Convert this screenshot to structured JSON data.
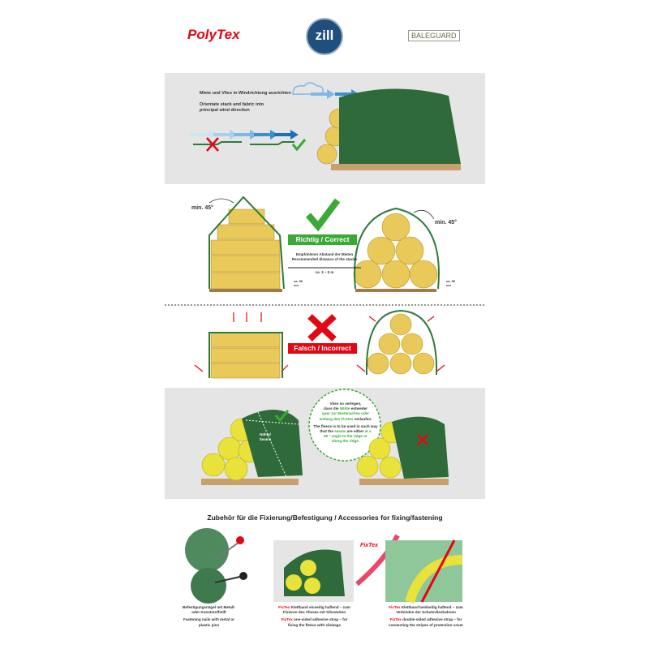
{
  "logos": {
    "polytex": "PolyTex",
    "zill": "zill",
    "baleguard": "BALEGUARD"
  },
  "wind": {
    "de": "Miete und Vlies in Windrichtung ausrichten",
    "en": "Orientate stack and fabric into principal wind direction"
  },
  "correct": {
    "label": "Richtig / Correct",
    "angle_left": "min. 45°",
    "angle_right": "min. 45°",
    "distance_de": "Empfohlener Abstand der Mieten",
    "distance_en": "Recommended distance of the stacks",
    "distance_value": "ca. 3 – 5 m",
    "height_left": "ca. 50 cm",
    "height_right": "ca. 50 cm"
  },
  "incorrect": {
    "label": "Falsch / Incorrect"
  },
  "seams": {
    "label": "Nähte/ Seams",
    "de_1": "Vlies so verlegen,",
    "de_2": "dass die ",
    "de_2h": "Nähte",
    " de_2b": " entweder",
    "de_3": "quer zur Mietenachse oder",
    "de_4": "entlang des Firstes",
    "de_4b": " verlaufen.",
    "en_1": "The fleece is to be used in such way",
    "en_2": "that the ",
    "en_2h": "seams",
    "en_2b": " are either ",
    "en_2c": "at a",
    "en_3": "90 ° angle to the ridge or",
    "en_4": "along the ridge."
  },
  "accessories": {
    "title": "Zubehör für die Fixierung/Befestigung  /  Accessories for fixing/fastening",
    "fixtex_logo": "FixTex",
    "items": [
      {
        "de": "Befestigungsnägel mit Metall- oder Kunststoffstift",
        "en": "Fastening nails with metal or plastic pins"
      },
      {
        "brand": "FixTex",
        "de": " Klettband einseitig haftend – zum Fixieren des Vlieses mit Silosäcken",
        "en": " one-sided adhesive strap – for fixing the fleece with silobags"
      },
      {
        "brand": "FixTex",
        "de": " Klettband beidseitig haftend – zum Verbinden der Schutzvliesbahnen",
        "en": " double-sided adhesive strap – for connecting the stripes of protection cover"
      }
    ]
  },
  "colors": {
    "green": "#2f6b3a",
    "accent_green": "#3aa935",
    "red": "#e30613",
    "panel": "#e5e5e5",
    "straw": "#e8c95a"
  }
}
